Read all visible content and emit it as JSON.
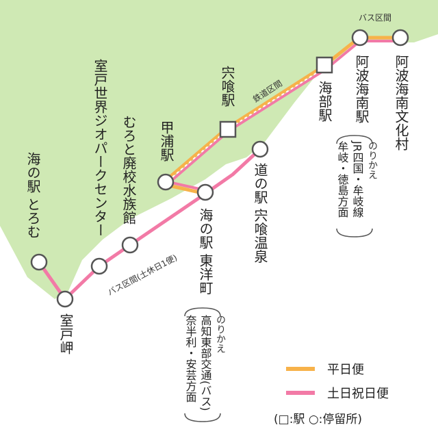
{
  "colors": {
    "land": "#cfe9b4",
    "sea": "#ffffff",
    "weekday": "#f7b24a",
    "weekend": "#f27aa6",
    "rail_dash": "#ffffff"
  },
  "route_labels": {
    "bus_top": "バス区間",
    "railway": "鉄道区間",
    "bus_bottom": "バス区間(土休日1便)"
  },
  "stops": [
    {
      "id": "michinoeki-toromu",
      "name": "海の駅 とろむ",
      "kind": "stop"
    },
    {
      "id": "muroto-geopark",
      "name": "室戸世界ジオパークセンター",
      "kind": "stop"
    },
    {
      "id": "muroto-haikou",
      "name": "むろと廃校水族館",
      "kind": "stop"
    },
    {
      "id": "kannoura",
      "name": "甲浦駅",
      "kind": "station"
    },
    {
      "id": "shishikui",
      "name": "宍喰駅",
      "kind": "station"
    },
    {
      "id": "kaifu",
      "name": "海部駅",
      "kind": "station"
    },
    {
      "id": "awa-kainan",
      "name": "阿波海南駅",
      "kind": "stop"
    },
    {
      "id": "awa-kainan-bunka",
      "name": "阿波海南文化村",
      "kind": "stop"
    },
    {
      "id": "toyo",
      "name": "海の駅 東洋町",
      "kind": "stop"
    },
    {
      "id": "shishikui-onsen",
      "name": "道の駅 宍喰温泉",
      "kind": "stop"
    },
    {
      "id": "murotomisaki",
      "name": "室戸岬",
      "kind": "stop"
    }
  ],
  "transfers": [
    {
      "title": "のりかえ",
      "lines": [
        "JR四国・牟岐線",
        "牟岐・徳島方面"
      ]
    },
    {
      "title": "のりかえ",
      "lines": [
        "高知東部交通(バス)",
        "奈半利・安芸方面"
      ]
    }
  ],
  "legend": {
    "weekday": "平日便",
    "weekend": "土日祝日便",
    "symbols": "(□:駅 ○:停留所)"
  }
}
